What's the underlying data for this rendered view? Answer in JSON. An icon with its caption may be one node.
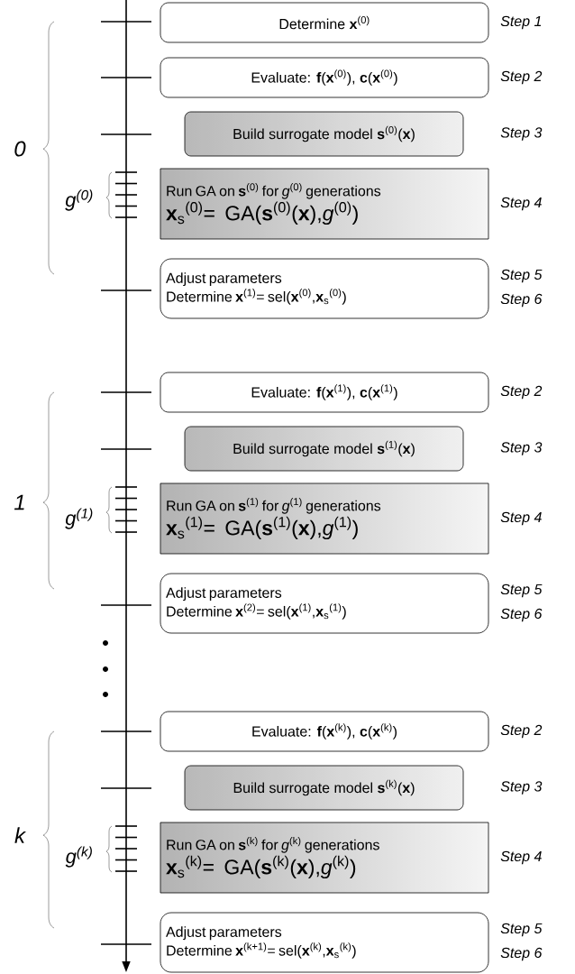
{
  "diagram": {
    "nodes": [
      {
        "text": [
          "Determine **x**$^{(0)}$"
        ],
        "beside": [
          "Step 1"
        ]
      },
      {
        "text": [
          "Evaluate: **f**(**x**$^{(0)}$), **c**(**x**$^{(0)}$)"
        ],
        "beside": [
          "Step 2"
        ]
      },
      {
        "text": [
          "Build surrogate model **s**$^{(0)}$(**x**)"
        ],
        "beside": [
          "Step 3"
        ]
      },
      {
        "text": [
          "Run GA on **s**$^{(0)}$ for *g*$^{(0)}$ generations",
          "**x**$_{s}$$^{(0)}$= GA(**s**$^{(0)}$(**x**),*g*$^{(0)}$)"
        ],
        "beside": [
          "Step 4"
        ]
      },
      {
        "text": [
          "Adjust parameters",
          "Determine **x**$^{(1)}$= sel(**x**$^{(0)}$,**x**$_{s}$$^{(0)}$)"
        ],
        "beside": [
          "Step 5",
          "Step 6"
        ]
      },
      {
        "text": [
          "Evaluate: **f**(**x**$^{(1)}$), **c**(**x**$^{(1)}$)"
        ],
        "beside": [
          "Step 2"
        ]
      },
      {
        "text": [
          "Build surrogate model **s**$^{(1)}$(**x**)"
        ],
        "beside": [
          "Step 3"
        ]
      },
      {
        "text": [
          "Run GA on **s**$^{(1)}$ for *g*$^{(1)}$ generations",
          "**x**$_{s}$$^{(1)}$= GA(**s**$^{(1)}$(**x**),*g*$^{(1)}$)"
        ],
        "beside": [
          "Step 4"
        ]
      },
      {
        "text": [
          "Adjust parameters",
          "Determine **x**$^{(2)}$= sel(**x**$^{(1)}$,**x**$_{s}$$^{(1)}$)"
        ],
        "beside": [
          "Step 5",
          "Step 6"
        ]
      },
      {
        "text": [
          "Evaluate: **f**(**x**$^{(k)}$), **c**(**x**$^{(k)}$)"
        ],
        "beside": [
          "Step 2"
        ]
      },
      {
        "text": [
          "Build surrogate model **s**$^{(k)}$(**x**)"
        ],
        "beside": [
          "Step 3"
        ]
      },
      {
        "text": [
          "Run GA on **s**$^{(k)}$ for *g*$^{(k)}$ generations",
          "**x**$_{s}$$^{(k)}$= GA(**s**$^{(k)}$(**x**),*g*$^{(k)}$)"
        ],
        "beside": [
          "Step 4"
        ]
      },
      {
        "text": [
          "Adjust parameters",
          "Determine **x**$^{(k+1)}$= sel(**x**$^{(k)}$,**x**$_{s}$$^{(k)}$)"
        ],
        "beside": [
          "Step 5",
          "Step 6"
        ]
      }
    ],
    "labels": [
      "0",
      "g$^{(0)}$",
      "1",
      "g$^{(1)}$",
      "k",
      "g$^{(k)}$"
    ]
  }
}
